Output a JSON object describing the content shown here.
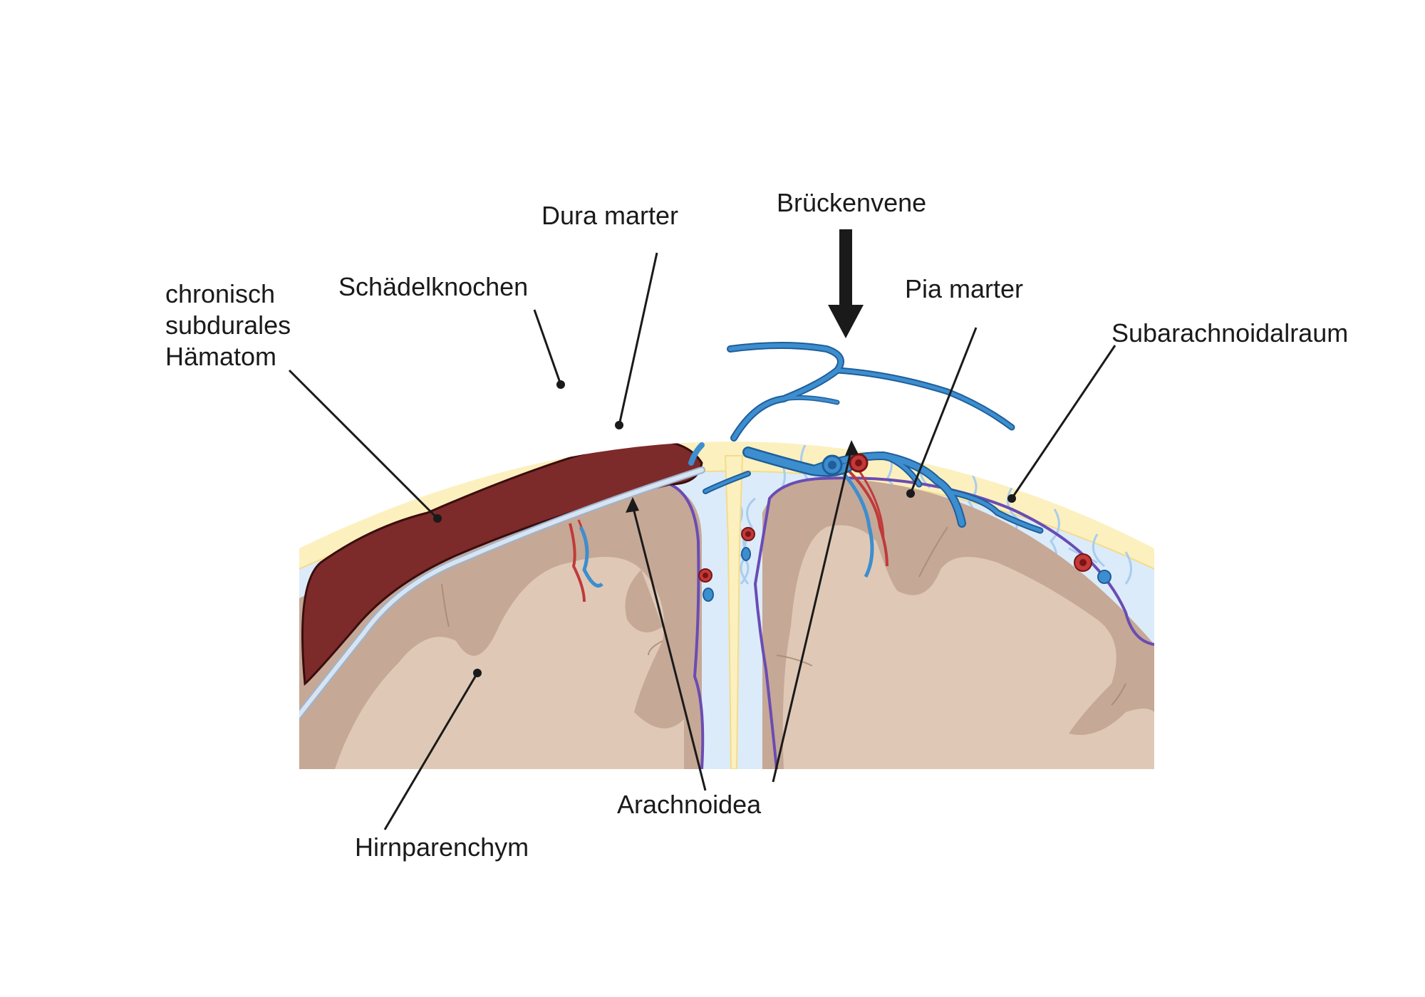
{
  "labels": {
    "hematoma": [
      "chronisch",
      "subdurales",
      "Hämatom"
    ],
    "skull": "Schädelknochen",
    "dura": "Dura marter",
    "bridging_vein": "Brückenvene",
    "pia": "Pia marter",
    "subarachnoid": "Subarachnoidalraum",
    "parenchyma": "Hirnparenchym",
    "arachnoid": "Arachnoidea"
  },
  "colors": {
    "skull": "#fcf0bf",
    "skull_edge": "#f2dc8c",
    "csf": "#dcebfa",
    "csf_web": "#a9cdee",
    "brain_light": "#dfc9b6",
    "brain_dark": "#c6a896",
    "hematoma": "#7d2a2a",
    "hematoma_edge": "#3a0d0d",
    "pia": "#6a4cb4",
    "vein": "#3d8ece",
    "vein_edge": "#1f5e9a",
    "artery": "#c03a3a",
    "arachnoid_membrane": "#d8e4f2",
    "leader": "#1a1a1a"
  }
}
